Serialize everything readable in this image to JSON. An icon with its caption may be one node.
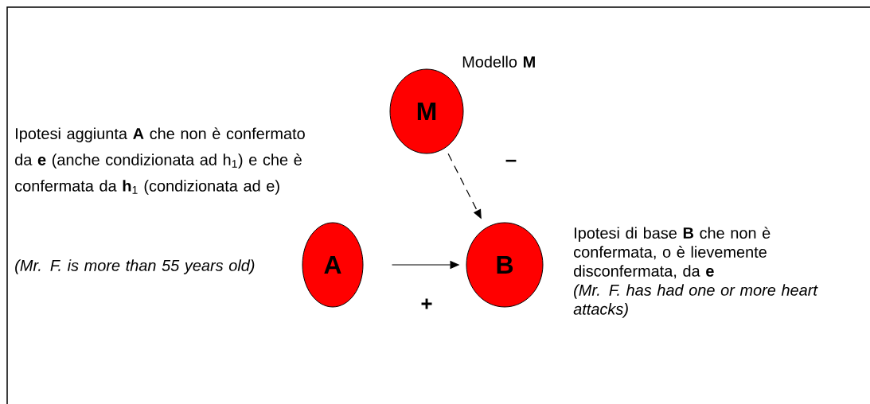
{
  "diagram": {
    "nodes": [
      {
        "text": [
          "M"
        ],
        "beside": [
          "Modello **M**"
        ]
      },
      {
        "text": [
          "A"
        ],
        "beside": [
          "Ipotesi aggiunta **A** che non è confermato da **e** (anche condizionata ad h$_{1}$) e che è confermata da **h**$_{1}$ (condizionata ad e)",
          "(Mr. F. is more than 55 years old)"
        ]
      },
      {
        "text": [
          "B"
        ],
        "beside": [
          "Ipotesi di base **B** che non è confermata, o è lievemente disconfermata, da **e**",
          "(Mr. F. has had one or more heart attacks)"
        ]
      }
    ],
    "edges": [
      {
        "from": 0,
        "to": 2,
        "arrow": "to",
        "style": "dashed",
        "label": "–"
      },
      {
        "from": 1,
        "to": 2,
        "arrow": "to",
        "label": "+"
      }
    ]
  }
}
